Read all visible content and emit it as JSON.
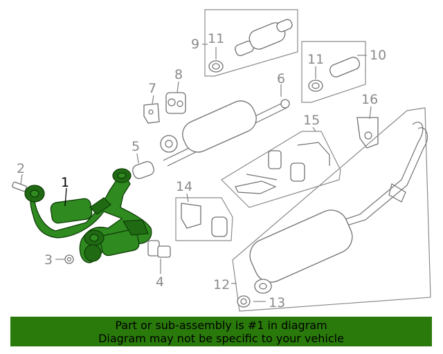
{
  "callouts": {
    "c1": "1",
    "c2": "2",
    "c3": "3",
    "c4": "4",
    "c5": "5",
    "c6": "6",
    "c7": "7",
    "c8": "8",
    "c9": "9",
    "c10": "10",
    "c11a": "11",
    "c11b": "11",
    "c12": "12",
    "c13": "13",
    "c14": "14",
    "c15": "15",
    "c16": "16"
  },
  "colors": {
    "highlight": "#2f8a1f",
    "banner": "#2a7a0b",
    "line": "#8a8a8a"
  },
  "banner": {
    "line1": "Part or sub-assembly is #1 in diagram",
    "line2": "Diagram may not be specific to your vehicle"
  }
}
